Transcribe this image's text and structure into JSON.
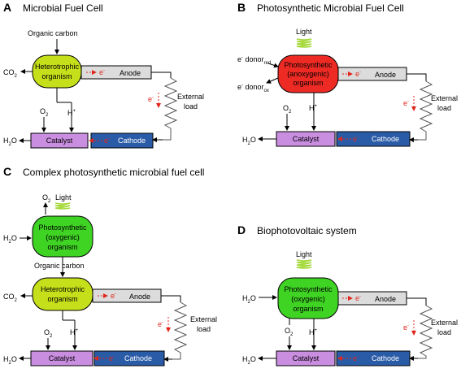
{
  "panels": {
    "A": {
      "letter": "A",
      "title": "Microbial Fuel Cell",
      "input": "Organic carbon",
      "organism_line1": "Heterotrophic",
      "organism_line2": "organism",
      "co2": "CO",
      "co2_sub": "2",
      "electron": "e",
      "electron_sup": "-",
      "anode": "Anode",
      "cathode": "Cathode",
      "catalyst": "Catalyst",
      "o2": "O",
      "o2_sub": "2",
      "proton": "H",
      "proton_sup": "+",
      "water": "H",
      "water_sub": "2",
      "water_tail": "O",
      "load_line1": "External",
      "load_line2": "load"
    },
    "B": {
      "letter": "B",
      "title": "Photosynthetic Microbial Fuel Cell",
      "light": "Light",
      "donor_red": "e",
      "donor_red_sup": "-",
      "donor_red_word": " donor",
      "donor_red_sub": "red",
      "donor_ox": "e",
      "donor_ox_sup": "-",
      "donor_ox_word": " donor",
      "donor_ox_sub": "ox",
      "organism_line1": "Photosynthetic",
      "organism_line2": "(anoxygenic)",
      "organism_line3": "organism",
      "electron": "e",
      "electron_sup": "-",
      "anode": "Anode",
      "cathode": "Cathode",
      "catalyst": "Catalyst",
      "o2": "O",
      "o2_sub": "2",
      "proton": "H",
      "proton_sup": "+",
      "water": "H",
      "water_sub": "2",
      "water_tail": "O",
      "load_line1": "External",
      "load_line2": "load"
    },
    "C": {
      "letter": "C",
      "title": "Complex photosynthetic microbial fuel cell",
      "o2_top": "O",
      "o2_top_sub": "2",
      "light": "Light",
      "h2o_in": "H",
      "h2o_in_sub": "2",
      "h2o_in_tail": "O",
      "photo_line1": "Photosynthetic",
      "photo_line2": "(oxygenic)",
      "photo_line3": "organism",
      "carbon": "Organic carbon",
      "organism_line1": "Heterotrophic",
      "organism_line2": "organism",
      "co2": "CO",
      "co2_sub": "2",
      "electron": "e",
      "electron_sup": "-",
      "anode": "Anode",
      "cathode": "Cathode",
      "catalyst": "Catalyst",
      "o2": "O",
      "o2_sub": "2",
      "proton": "H",
      "proton_sup": "+",
      "water": "H",
      "water_sub": "2",
      "water_tail": "O",
      "load_line1": "External",
      "load_line2": "load"
    },
    "D": {
      "letter": "D",
      "title": "Biophotovoltaic system",
      "light": "Light",
      "h2o_in": "H",
      "h2o_in_sub": "2",
      "h2o_in_tail": "O",
      "organism_line1": "Photosynthetic",
      "organism_line2": "(oxygenic)",
      "organism_line3": "organism",
      "electron": "e",
      "electron_sup": "-",
      "anode": "Anode",
      "cathode": "Cathode",
      "catalyst": "Catalyst",
      "o2": "O",
      "o2_sub": "2",
      "proton": "H",
      "proton_sup": "+",
      "water": "H",
      "water_sub": "2",
      "water_tail": "O",
      "load_line1": "External",
      "load_line2": "load"
    }
  },
  "colors": {
    "heterotroph": "#c5e01a",
    "photo_anoxygenic": "#ee2a24",
    "photo_oxygenic": "#3fd324",
    "anode": "#dcdcdc",
    "catalyst": "#c98ee0",
    "cathode": "#2a5ba7",
    "electron_flow": "#e3261d",
    "light_coil": "#a5d93a"
  }
}
